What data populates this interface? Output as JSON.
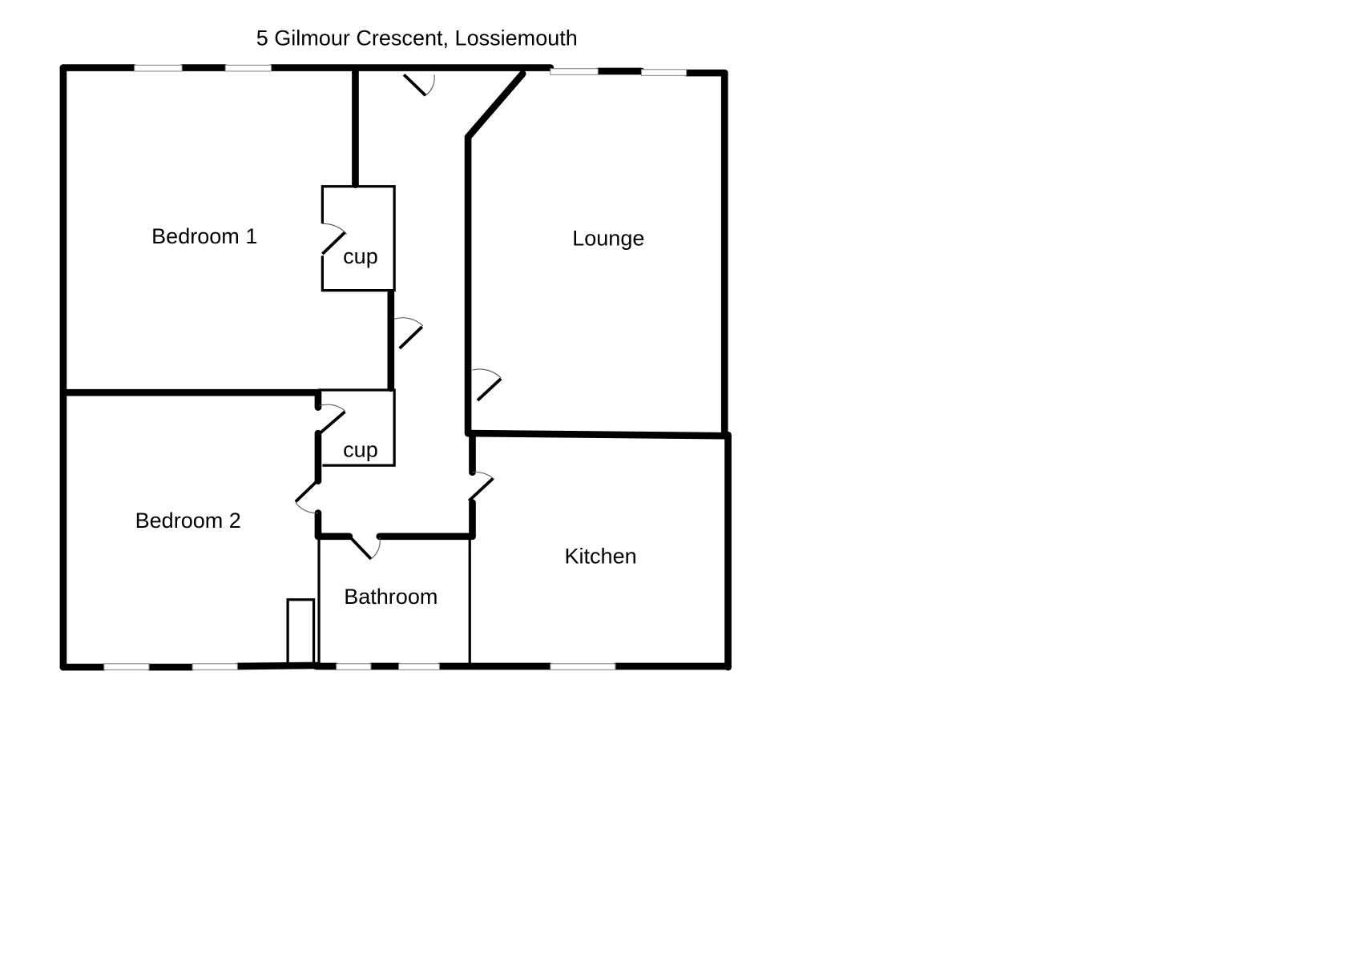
{
  "title": "5 Gilmour Crescent, Lossiemouth",
  "rooms": {
    "bedroom1": "Bedroom 1",
    "bedroom2": "Bedroom 2",
    "lounge": "Lounge",
    "kitchen": "Kitchen",
    "bathroom": "Bathroom",
    "cupboard1": "cup",
    "cupboard2": "cup"
  }
}
